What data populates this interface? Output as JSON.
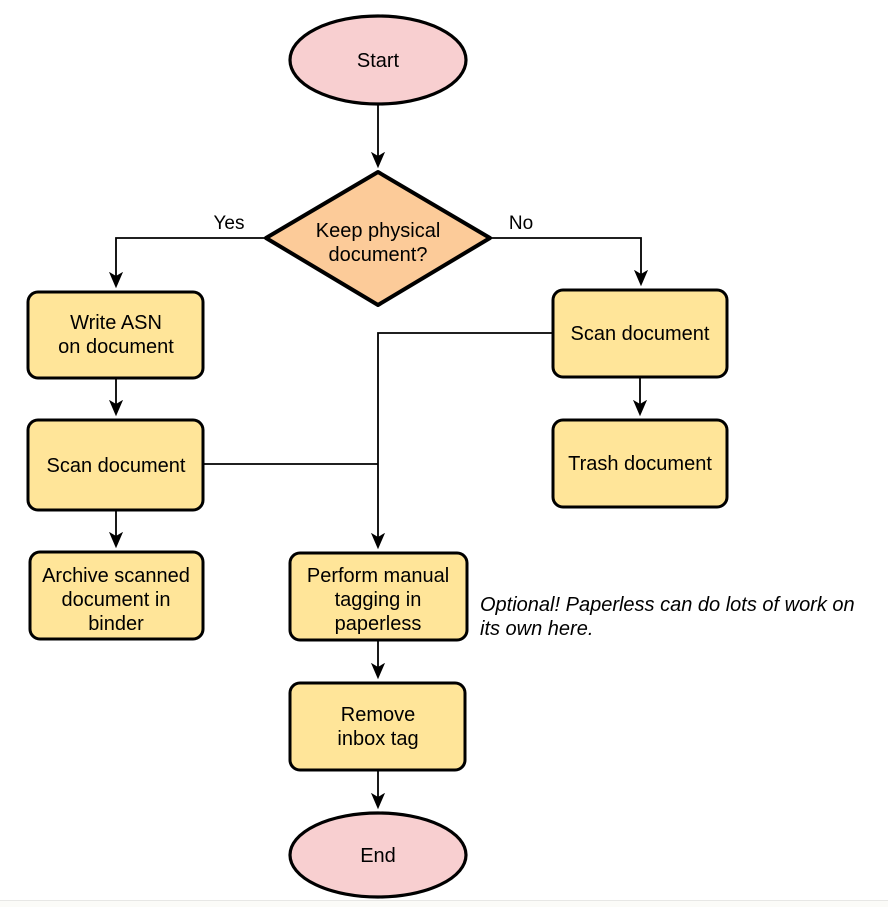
{
  "diagram": {
    "colors": {
      "terminal_fill": "#f8cfd0",
      "process_fill": "#ffe599",
      "decision_fill": "#fccb99",
      "stroke": "#000000",
      "background": "#ffffff"
    },
    "nodes": {
      "start": {
        "label": "Start"
      },
      "decision": {
        "line1": "Keep physical",
        "line2": "document?"
      },
      "write_asn": {
        "line1": "Write ASN",
        "line2": "on document"
      },
      "scan_left": {
        "label": "Scan document"
      },
      "archive": {
        "line1": "Archive scanned",
        "line2": "document in",
        "line3": "binder"
      },
      "scan_right": {
        "label": "Scan document"
      },
      "trash": {
        "label": "Trash document"
      },
      "tagging": {
        "line1": "Perform manual",
        "line2": "tagging in",
        "line3": "paperless"
      },
      "remove_inbox": {
        "line1": "Remove",
        "line2": "inbox tag"
      },
      "end": {
        "label": "End"
      }
    },
    "edge_labels": {
      "yes": "Yes",
      "no": "No"
    },
    "annotation": {
      "line1": "Optional! Paperless can do lots of work on",
      "line2": "its own here."
    }
  }
}
